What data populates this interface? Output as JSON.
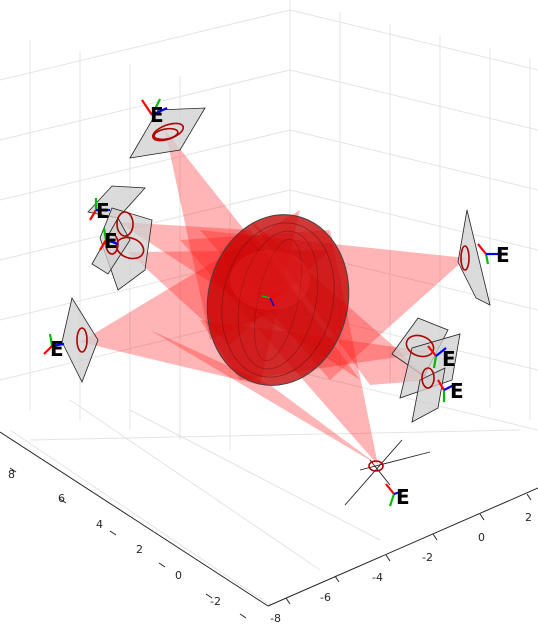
{
  "figure": {
    "axis_left_ticks": [
      "8",
      "6",
      "4",
      "2",
      "0",
      "-2"
    ],
    "axis_right_ticks": [
      "-8",
      "-6",
      "-4",
      "-2",
      "0",
      "2"
    ],
    "camera_label": "E",
    "colors": {
      "frustum": "#ff1a1a",
      "ellipsoid": "#c40000",
      "plane": "#d4d4d4",
      "grid": "#e4e4e4",
      "x_axis": "#ff0000",
      "y_axis": "#00bb00",
      "z_axis": "#0000ff"
    }
  }
}
